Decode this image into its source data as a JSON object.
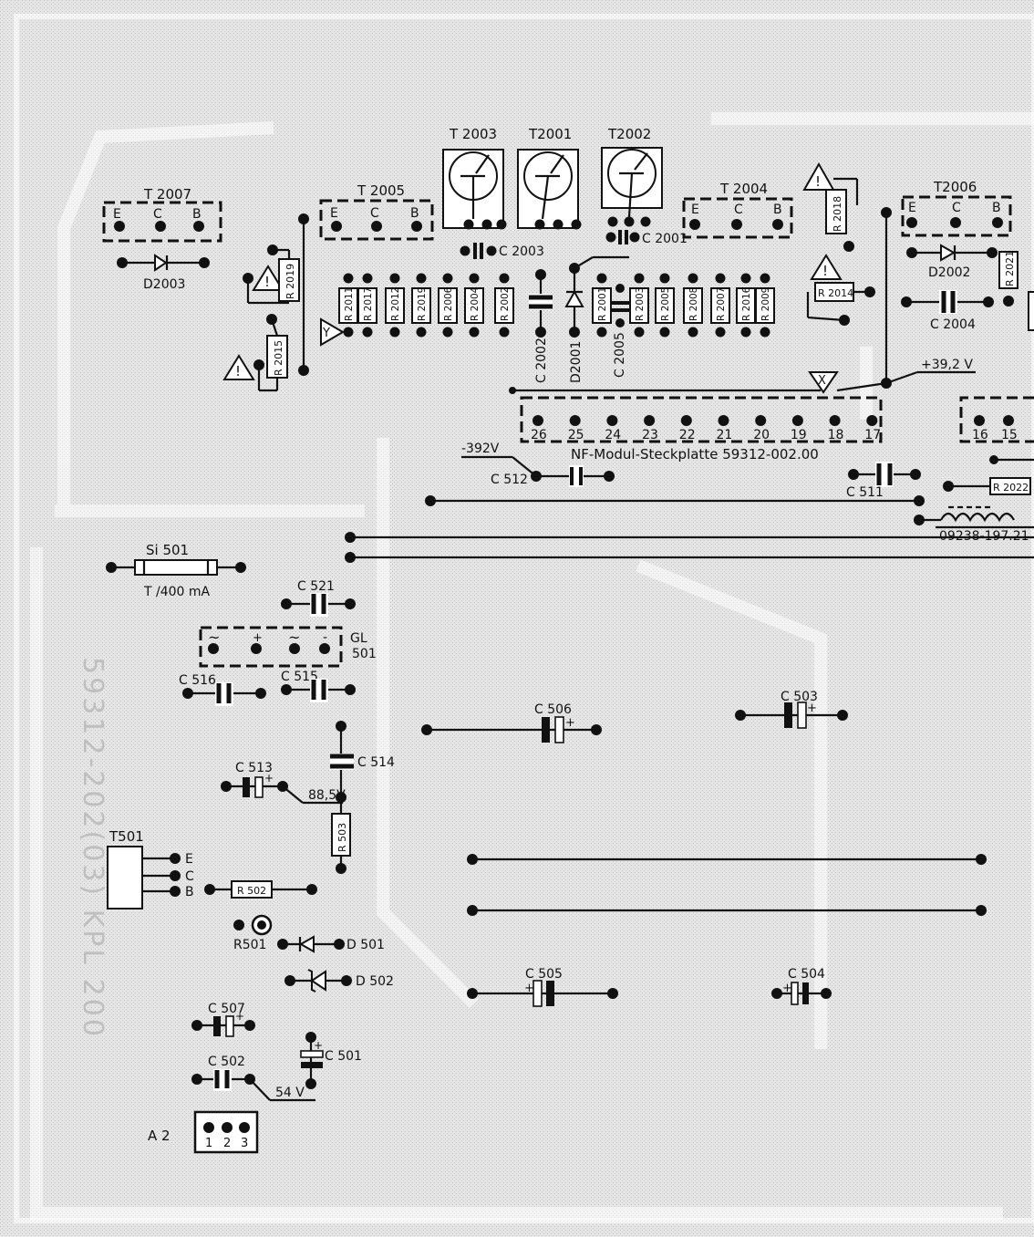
{
  "colors": {
    "background": "#d9d9d9",
    "ink": "#111111",
    "paper": "#ffffff"
  },
  "board": {
    "module_label": "NF-Modul-Steckplatte  59312-002.00",
    "side_text": "59312-202(03)  KPL 200",
    "inductor": "09238-197.21"
  },
  "transistors": {
    "t2007": "T 2007",
    "t2005": "T 2005",
    "t2004": "T 2004",
    "t2006": "T2006",
    "t2003": "T 2003",
    "t2001": "T2001",
    "t2002": "T2002",
    "t501": "T501"
  },
  "pins": {
    "e": "E",
    "c": "C",
    "b": "B"
  },
  "resistors_vertical": [
    "R 2011",
    "R 2017",
    "R 2012",
    "R 2019",
    "R 2006",
    "R 2004",
    "R 2002",
    "R 2001",
    "R 2003",
    "R 2005",
    "R 2008",
    "R 2007",
    "R 2016",
    "R 2009"
  ],
  "resistors": {
    "r2019b": "R 2019",
    "r2015": "R 2015",
    "r2018": "R 2018",
    "r2014": "R 2014",
    "r2021": "R 2021",
    "r2022": "R 2022",
    "r502": "R 502",
    "r503": "R 503",
    "r501": "R501"
  },
  "capacitors": {
    "c2003": "C 2003",
    "c2001": "C 2001",
    "c2002": "C 2002",
    "c2005": "C 2005",
    "c2004": "C 2004",
    "c512": "C 512",
    "c511": "C 511",
    "c521": "C 521",
    "c516": "C 516",
    "c515": "C 515",
    "c514": "C 514",
    "c513": "C 513",
    "c506": "C 506",
    "c503": "C 503",
    "c505": "C 505",
    "c504": "C 504",
    "c507": "C 507",
    "c502": "C 502",
    "c501": "C 501"
  },
  "diodes": {
    "d2003": "D2003",
    "d2001": "D2001",
    "d2002": "D2002",
    "d501": "D 501",
    "d502": "D 502"
  },
  "connector_pins": [
    "26",
    "25",
    "24",
    "23",
    "22",
    "21",
    "20",
    "19",
    "18",
    "17"
  ],
  "connector_pins_right": [
    "16",
    "15"
  ],
  "voltages": {
    "v392": "+39,2 V",
    "vneg": "-392V",
    "v885": "88,5V",
    "v54": "54 V"
  },
  "markers": {
    "y": "Y",
    "x": "X",
    "warning": "!"
  },
  "fuse": {
    "name": "Si 501",
    "rating": "T /400 mA"
  },
  "rectifier": {
    "name": "GL",
    "number": "501",
    "ac": "~",
    "plus": "+",
    "minus": "-"
  },
  "connector_a2": {
    "name": "A 2",
    "pins": [
      "1",
      "2",
      "3"
    ]
  },
  "polarity": "+"
}
